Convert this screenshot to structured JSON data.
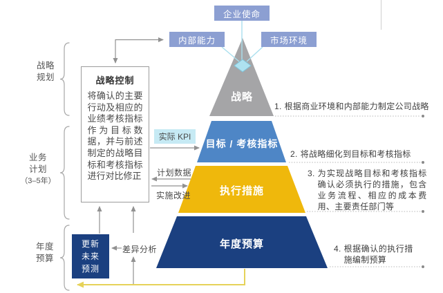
{
  "top_boxes": {
    "mission": "企业使命",
    "internal": "内部能力",
    "market": "市场环境"
  },
  "control_box": {
    "title": "战略控制",
    "body": "将确认的主要行动及相应的业绩考核指标作为目标数据，并与前述制定的战略目标和考核指标进行对比修正"
  },
  "flow_labels": {
    "actual_kpi": "实际 KPI",
    "plan_data": "计划数据",
    "implement": "实施改进",
    "variance": "差异分析"
  },
  "forecast_box": {
    "lines": [
      "更新",
      "未来",
      "预测"
    ]
  },
  "left_groups": [
    {
      "lines": [
        "战略",
        "规划"
      ]
    },
    {
      "lines": [
        "业务",
        "计划",
        "（3–5年）"
      ]
    },
    {
      "lines": [
        "年度",
        "预算"
      ]
    }
  ],
  "pyramid": {
    "layers": [
      {
        "label": "战略",
        "color": "#A5A5A7"
      },
      {
        "label": "目标 / 考核指标",
        "color": "#4E86C6"
      },
      {
        "label": "执行措施",
        "color": "#EFB80C"
      },
      {
        "label": "年度预算",
        "color": "#1B4080"
      }
    ]
  },
  "notes": [
    {
      "num": "1.",
      "text": "根据商业环境和内部能力制定公司战略"
    },
    {
      "num": "2.",
      "text": "将战略细化到目标和考核指标"
    },
    {
      "num": "3.",
      "text": "为实现战略目标和考核指标确认必须执行的措施，包含业务流程、相应的成本费用、主要责任部门等"
    },
    {
      "num": "4.",
      "text": "根据确认的执行措施编制预算"
    }
  ],
  "colors": {
    "lavender_box": "#8C9FD2",
    "pyramid_gray": "#A5A5A7",
    "pyramid_blue": "#4E86C6",
    "pyramid_gold": "#EFB80C",
    "pyramid_navy": "#1B4080",
    "kpi_box_bg": "#C6EAF4",
    "forecast_box_bg": "#1B4080",
    "cyan_line": "#A9DFEE",
    "gray_line": "#919191",
    "yellow_arrow": "#E6D258",
    "note_text": "#3E3E3E"
  }
}
